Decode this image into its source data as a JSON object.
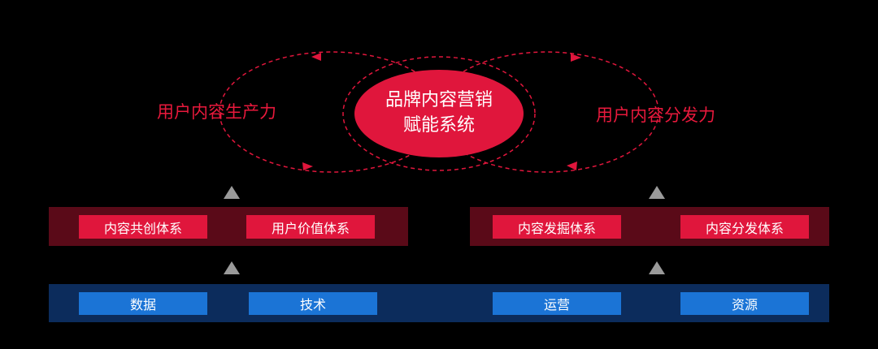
{
  "core": {
    "line1": "品牌内容营销",
    "line2": "赋能系统",
    "color": "#e0163c"
  },
  "left_label": "用户内容生产力",
  "right_label": "用户内容分发力",
  "middle": {
    "left": [
      "内容共创体系",
      "用户价值体系"
    ],
    "right": [
      "内容发掘体系",
      "内容分发体系"
    ]
  },
  "bottom": {
    "left": [
      "数据",
      "技术"
    ],
    "right": [
      "运营",
      "资源"
    ]
  },
  "colors": {
    "accent": "#e8193c",
    "band_red": "#5a0a18",
    "band_blue": "#0c2c5c",
    "box_blue": "#1b74d6"
  }
}
